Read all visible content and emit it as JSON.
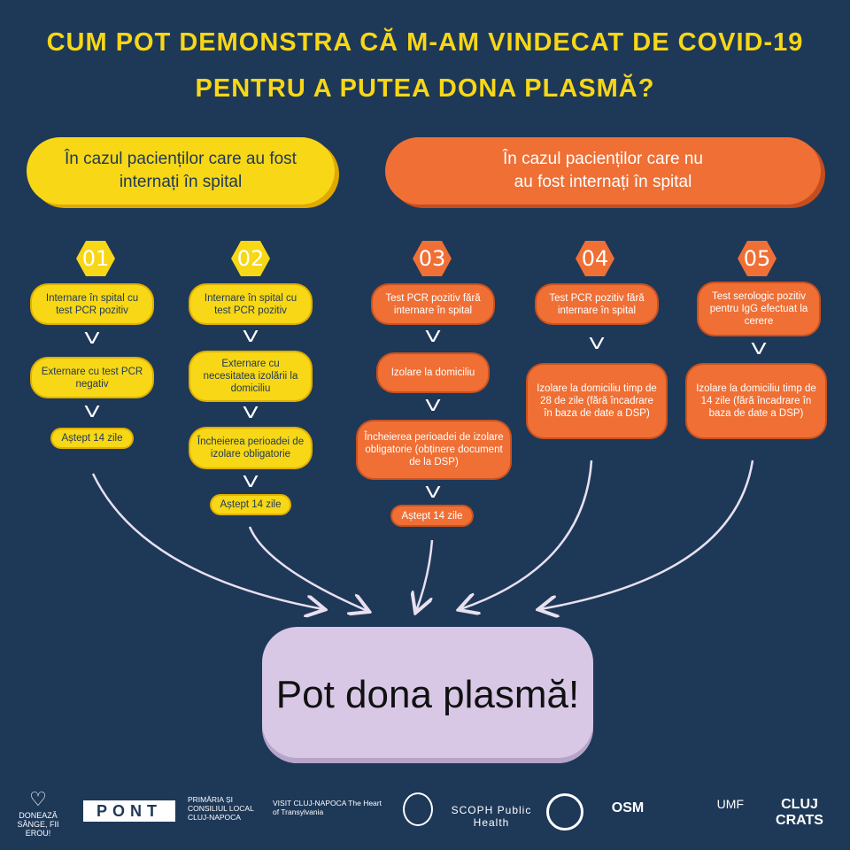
{
  "title": {
    "line1": "CUM POT DEMONSTRA CĂ M-AM VINDECAT DE COVID-19",
    "line2": "PENTRU A PUTEA DONA PLASMĂ?"
  },
  "colors": {
    "background": "#1e3858",
    "yellow": "#f7d716",
    "orange": "#ef6f35",
    "result": "#d8c8e6"
  },
  "groups": [
    {
      "label": "În cazul pacienților care au fost internați în spital"
    },
    {
      "label": "În cazul pacienților care nu au fost internați în spital"
    }
  ],
  "columns": [
    {
      "number": "01",
      "steps": [
        "Internare în spital cu test PCR pozitiv",
        "Externare cu test PCR negativ",
        "Aștept 14 zile"
      ]
    },
    {
      "number": "02",
      "steps": [
        "Internare în spital cu test PCR pozitiv",
        "Externare cu necesitatea izolării la domiciliu",
        "Încheierea perioadei de izolare obligatorie",
        "Aștept 14 zile"
      ]
    },
    {
      "number": "03",
      "steps": [
        "Test PCR pozitiv fără internare în spital",
        "Izolare la domiciliu",
        "Încheierea perioadei de izolare obligatorie (obținere document de la DSP)",
        "Aștept 14 zile"
      ]
    },
    {
      "number": "04",
      "steps": [
        "Test PCR pozitiv fără internare în spital",
        "Izolare la domiciliu timp de 28 de zile (fără încadrare în baza de date a DSP)"
      ]
    },
    {
      "number": "05",
      "steps": [
        "Test serologic pozitiv pentru IgG efectuat la cerere",
        "Izolare la domiciliu timp de 14 zile (fără încadrare în baza de date a DSP)"
      ]
    }
  ],
  "chevron": "V",
  "result": "Pot dona plasmă!",
  "logos": [
    "DONEAZĂ SÂNGE, FII EROU!",
    "PONT",
    "PRIMĂRIA ȘI CONSILIUL LOCAL CLUJ-NAPOCA",
    "VISIT CLUJ-NAPOCA The Heart of Transylvania",
    "SCOPH Public Health",
    "OSM",
    "UMF",
    "CLUJ CRATS"
  ]
}
